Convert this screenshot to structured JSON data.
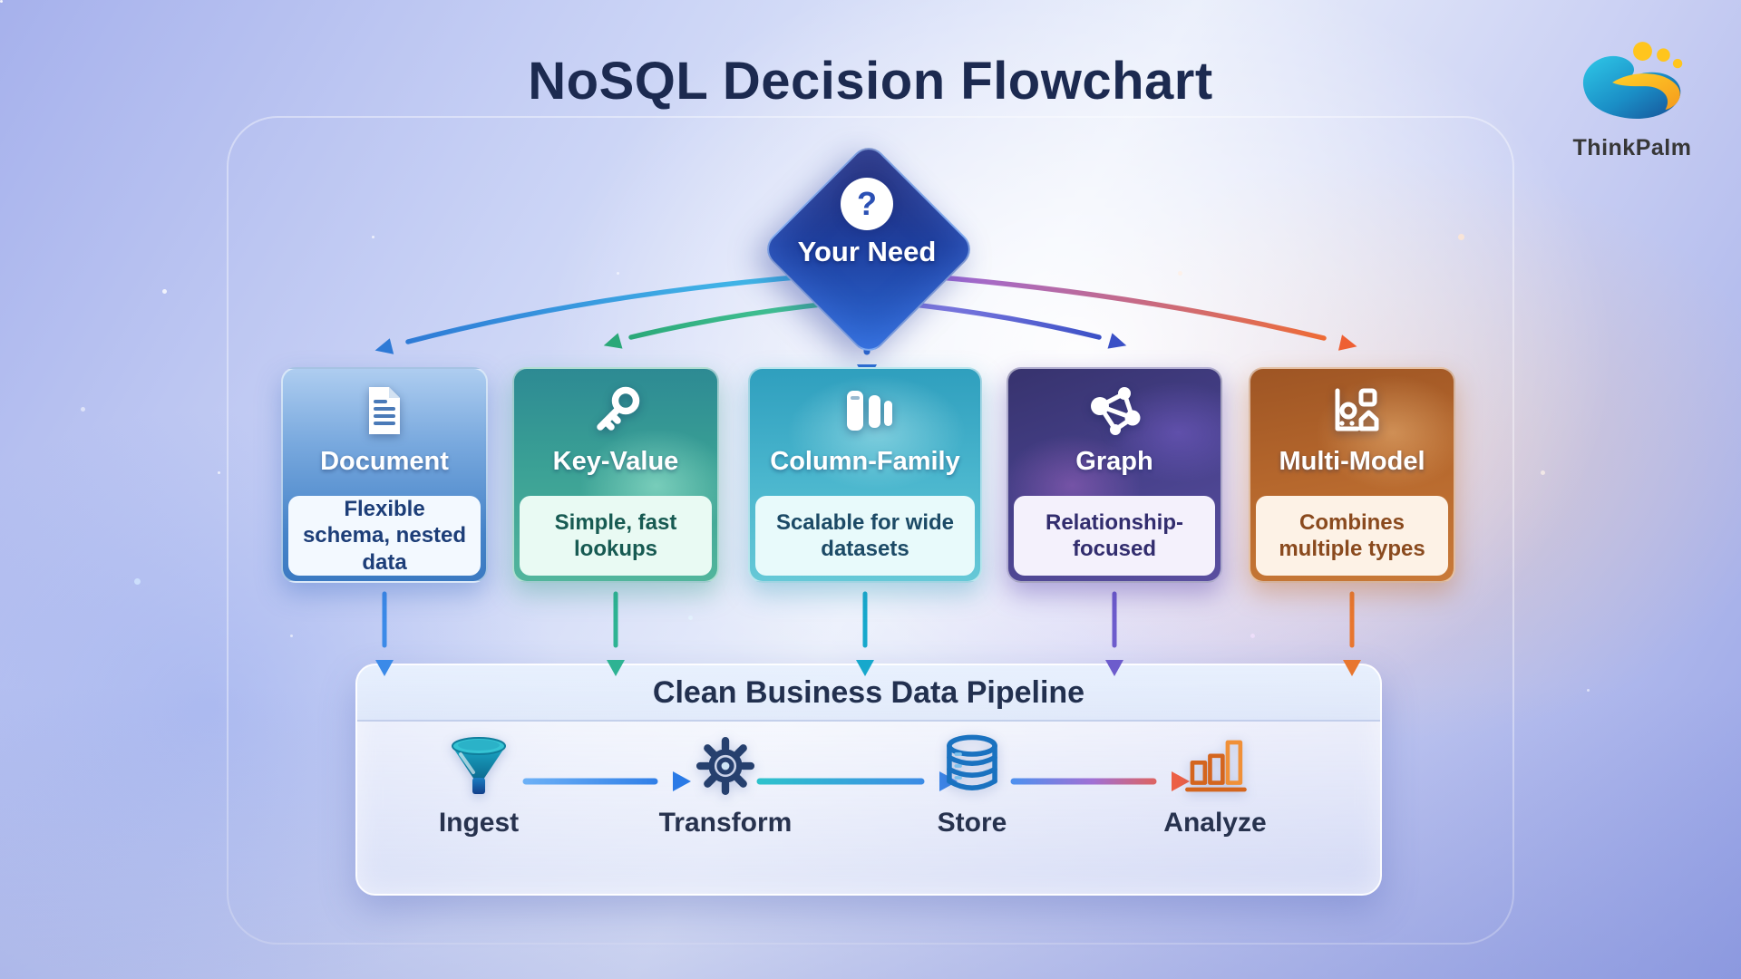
{
  "title": "NoSQL Decision Flowchart",
  "brand": {
    "name": "ThinkPalm",
    "logo_icon": "thinkpalm-logo",
    "colors": {
      "teal": "#22b8dd",
      "navy": "#1d5c9e",
      "yellow": "#ffc51d",
      "text": "#373737"
    }
  },
  "decision": {
    "label": "Your Need",
    "badge": "?",
    "icon": "question-mark-icon",
    "color_top": "#2a2c70",
    "color_bottom": "#2e6cd8"
  },
  "branches": [
    {
      "label": "Document",
      "description": "Flexible schema, nested data",
      "icon": "document-icon",
      "accent": "#3b7ac2",
      "arrow_color": "#2e7ad6"
    },
    {
      "label": "Key-Value",
      "description": "Simple, fast lookups",
      "icon": "key-icon",
      "accent": "#3fa295",
      "arrow_color": "#2aa878"
    },
    {
      "label": "Column-Family",
      "description": "Scalable for wide datasets",
      "icon": "column-family-icon",
      "accent": "#49b5cd",
      "arrow_color": "#17a8cc"
    },
    {
      "label": "Graph",
      "description": "Relationship-focused",
      "icon": "graph-icon",
      "accent": "#474089",
      "arrow_color": "#3a50c6"
    },
    {
      "label": "Multi-Model",
      "description": "Combines multiple types",
      "icon": "multi-model-icon",
      "accent": "#b4662c",
      "arrow_color": "#ef6b34"
    }
  ],
  "pipeline": {
    "title": "Clean Business Data Pipeline",
    "steps": [
      {
        "label": "Ingest",
        "icon": "funnel-icon"
      },
      {
        "label": "Transform",
        "icon": "gear-icon"
      },
      {
        "label": "Store",
        "icon": "database-icon"
      },
      {
        "label": "Analyze",
        "icon": "bar-chart-icon"
      }
    ]
  }
}
